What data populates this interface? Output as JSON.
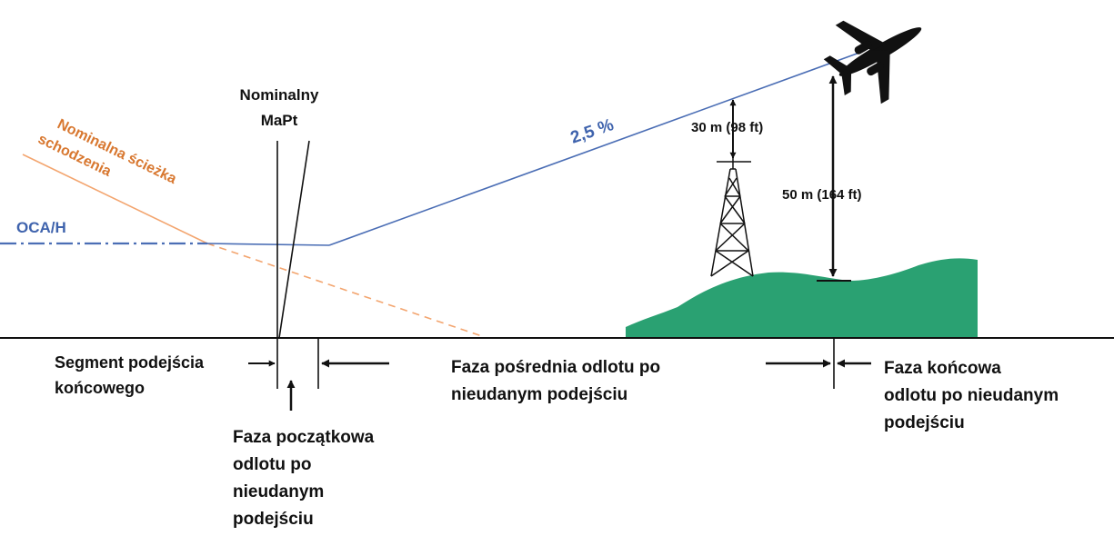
{
  "labels": {
    "nominal_mapt_line1": "Nominalny",
    "nominal_mapt_line2": "MaPt",
    "descent_path_line1": "Nominalna ścieżka",
    "descent_path_line2": "schodzenia",
    "oca_h": "OCA/H",
    "gradient": "2,5 %",
    "clearance_30": "30 m (98 ft)",
    "clearance_50": "50 m (164 ft)",
    "final_segment_line1": "Segment podejścia",
    "final_segment_line2": "końcowego",
    "initial_phase_line1": "Faza początkowa",
    "initial_phase_line2": "odlotu po",
    "initial_phase_line3": "nieudanym",
    "initial_phase_line4": "podejściu",
    "intermediate_phase_line1": "Faza pośrednia odlotu po",
    "intermediate_phase_line2": "nieudanym podejściu",
    "final_phase_line1": "Faza końcowa",
    "final_phase_line2": "odlotu po nieudanym",
    "final_phase_line3": "podejściu"
  },
  "colors": {
    "climb_path": "#4b6eb5",
    "oca_line": "#4b6eb5",
    "descent_path": "#f3a56f",
    "descent_label": "#d8772f",
    "terrain": "#2aa172",
    "ink": "#111111"
  },
  "icons": [
    "airplane-icon",
    "pylon-icon"
  ]
}
